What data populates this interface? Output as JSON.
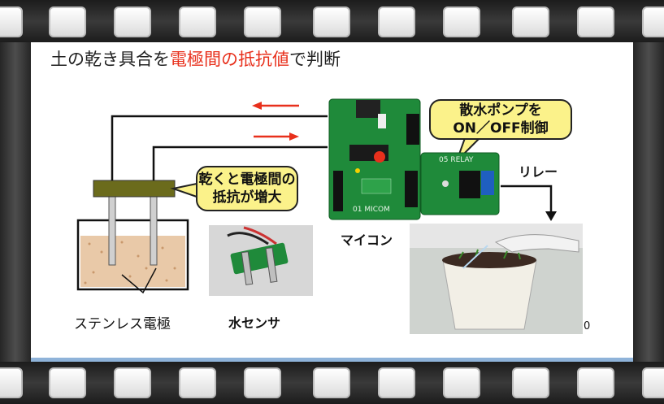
{
  "slide": {
    "title": {
      "prefix": "土の乾き具合を",
      "highlight": "電極間の抵抗値",
      "suffix": "で判断",
      "highlight_color": "#e8301c"
    },
    "callouts": {
      "electrode_note": [
        "乾くと電極間の",
        "抵抗が増大"
      ],
      "pump_note": [
        "散水ポンプを",
        "ON／OFF制御"
      ]
    },
    "labels": {
      "electrode": "ステンレス電極",
      "water_sensor": "水センサ",
      "microcontroller": "マイコン",
      "relay": "リレー",
      "page_fragment": "0"
    },
    "board_silkscreen": {
      "micom": "01 MICOM",
      "relay": "05 RELAY"
    }
  },
  "colors": {
    "callout_fill": "#fbf28a",
    "arrow_red": "#e8301c",
    "pcb_green": "#1f8a3a",
    "electrode_holder": "#6b6b1c",
    "soil": "#e9c9a8"
  },
  "icons": [
    "arrow-left-icon",
    "arrow-right-icon",
    "arrow-down-icon"
  ]
}
